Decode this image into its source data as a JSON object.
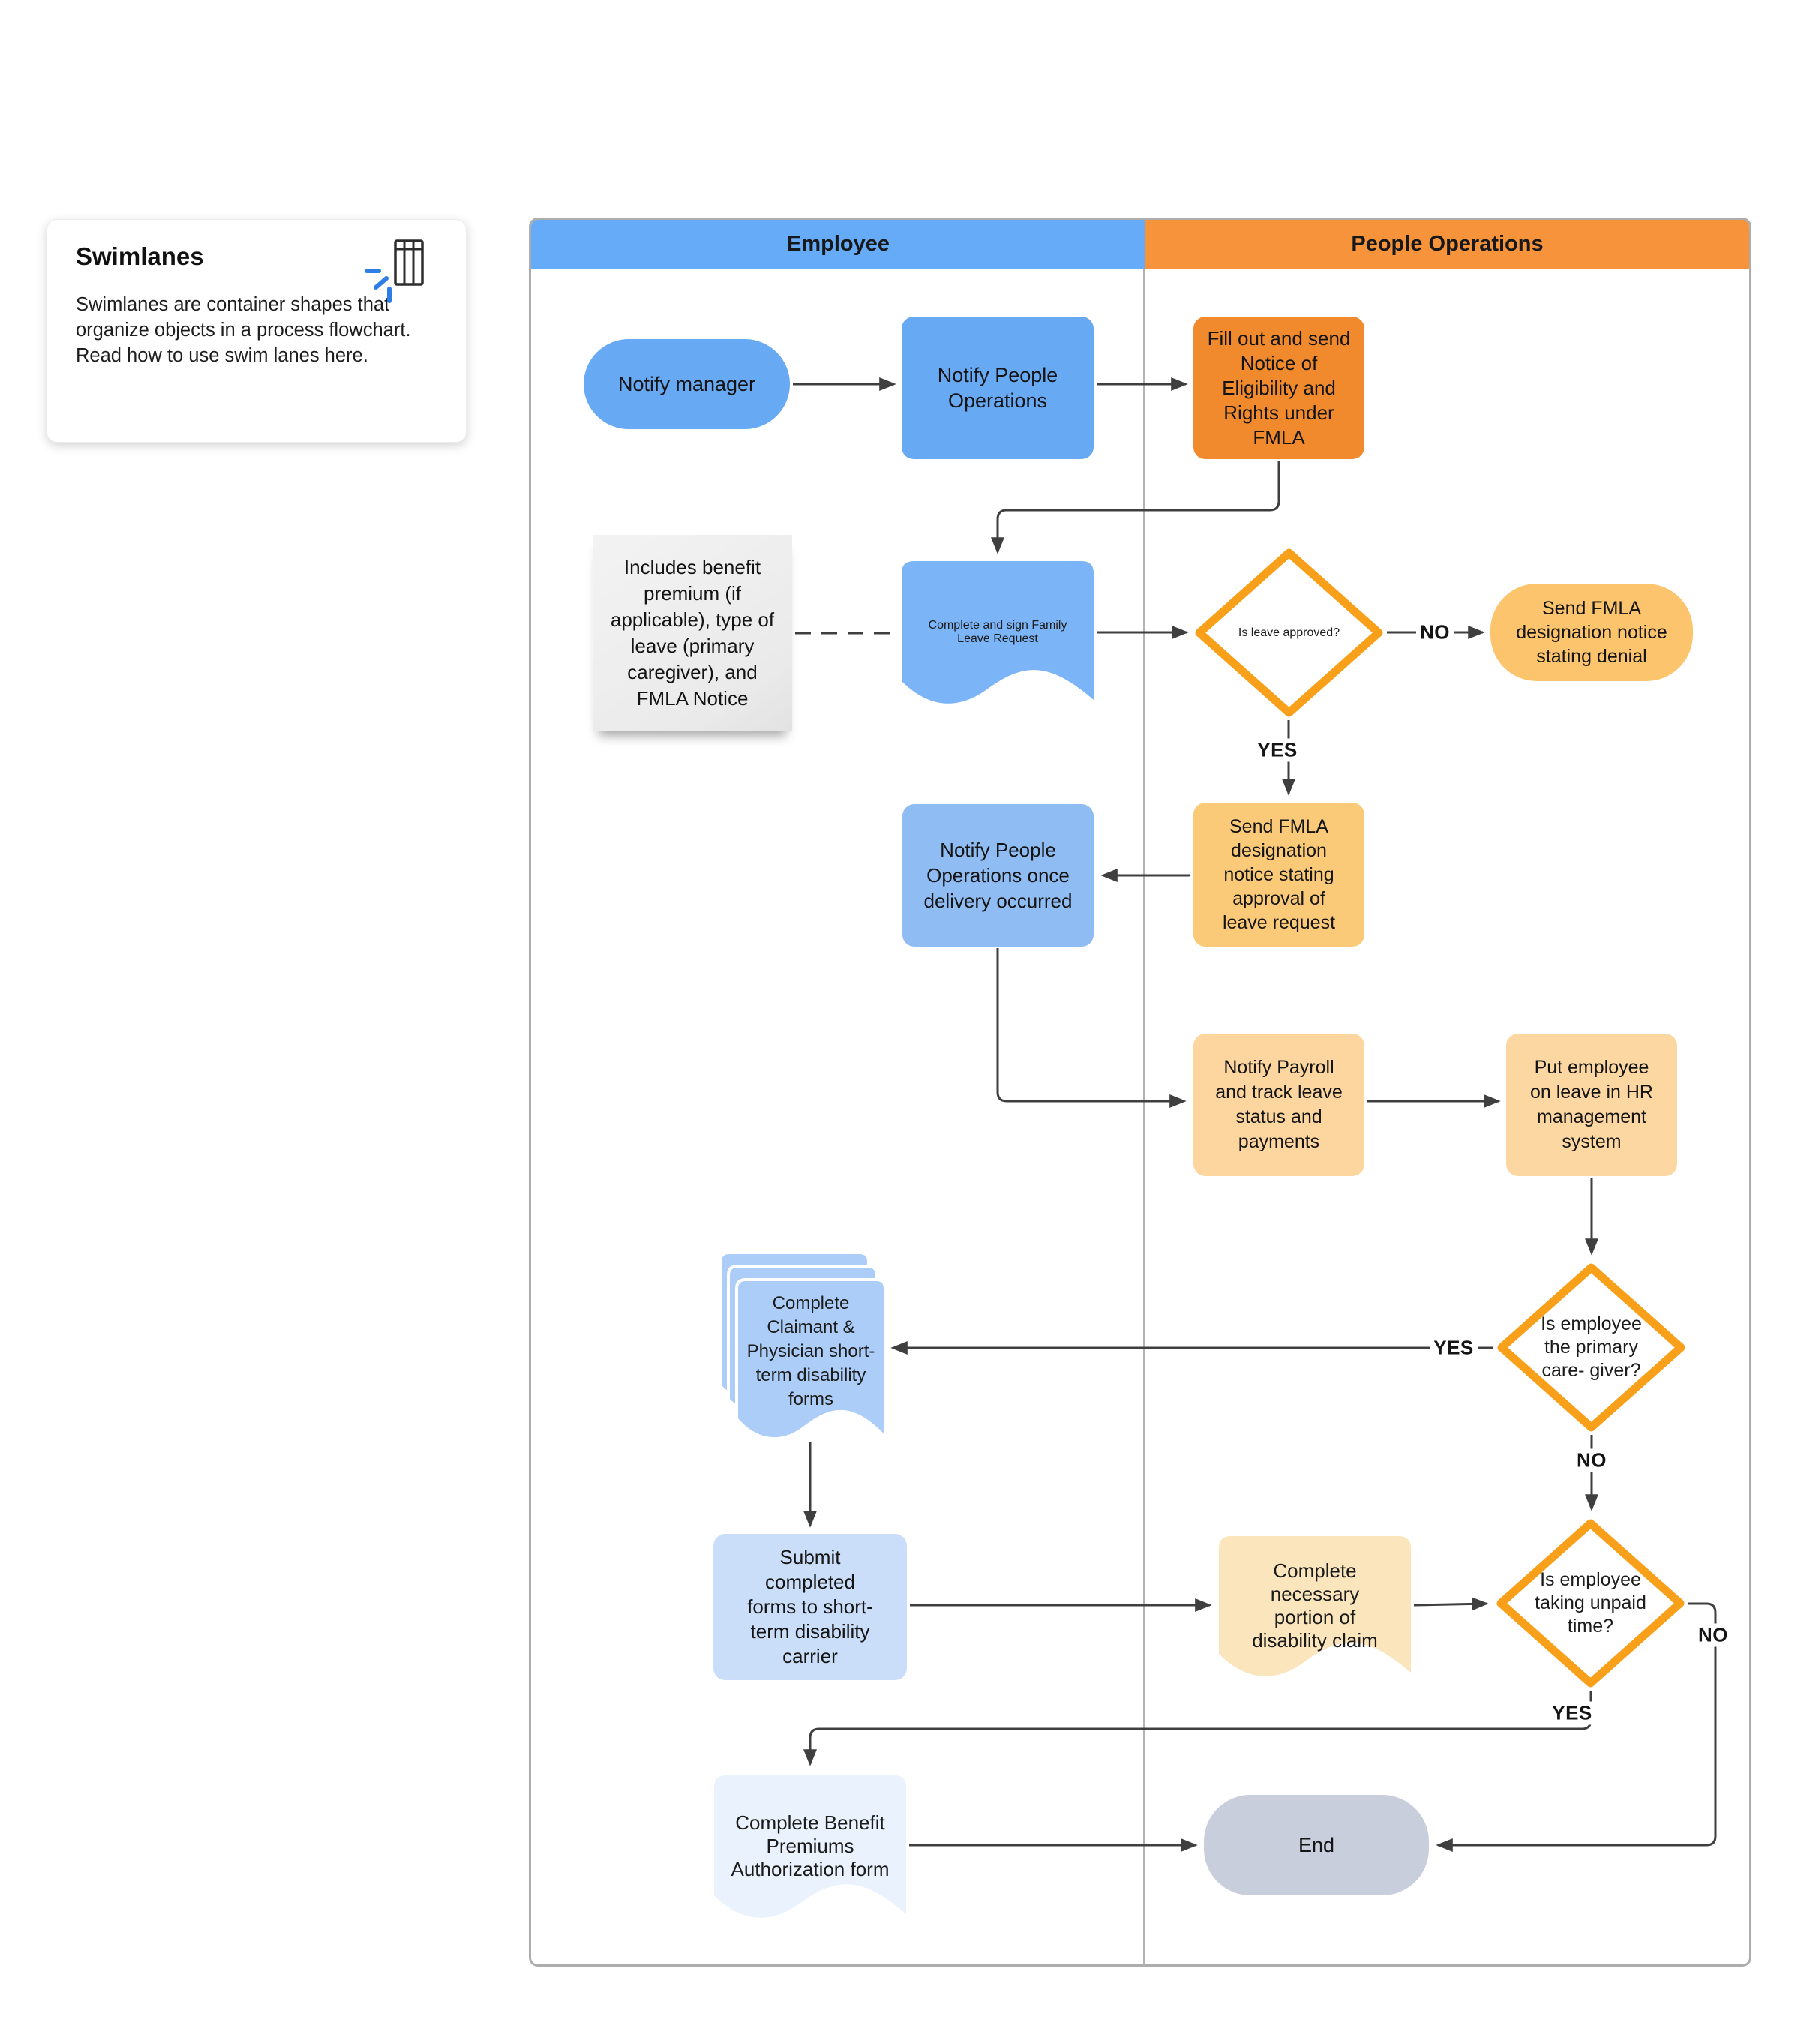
{
  "info_card": {
    "title": "Swimlanes",
    "body": "Swimlanes are container shapes that organize objects in a process flowchart. Read how to use swim lanes here.",
    "icon": "swimlane-table-icon"
  },
  "lanes": {
    "employee": "Employee",
    "people_operations": "People Operations"
  },
  "colors": {
    "lane_employee_header": "#66abf7",
    "lane_people_ops_header": "#f7943b",
    "diamond_border": "#f9a01b",
    "connector": "#3f3f3f",
    "process_blue": "#68a9f4",
    "process_orange": "#f18a2d",
    "end_gray": "#c8cedb"
  },
  "nodes": {
    "notify_manager": "Notify manager",
    "notify_people_ops": "Notify People Operations",
    "fill_out_fmla": "Fill out and send Notice of Eligibility and Rights under FMLA",
    "note": "Includes benefit premium (if applicable), type of leave (primary caregiver), and FMLA Notice",
    "complete_sign": "Complete and sign Family Leave Request",
    "is_leave_approved": "Is leave approved?",
    "denial": "Send FMLA designation notice stating denial",
    "approval": "Send FMLA designation notice stating approval of leave request",
    "notify_once_delivery": "Notify People Operations once delivery occurred",
    "notify_payroll": "Notify Payroll and track leave status and payments",
    "put_employee": "Put employee on leave in HR management system",
    "is_primary_caregiver": "Is employee the primary care- giver?",
    "multidoc": "Complete Claimant & Physician short-term disability forms",
    "submit_forms": "Submit completed forms to short-term disability carrier",
    "claim_doc": "Complete necessary portion of disability claim",
    "is_unpaid_time": "Is employee taking unpaid time?",
    "benefit_doc": "Complete Benefit Premiums Authorization form",
    "end": "End"
  },
  "edge_labels": {
    "no1": "NO",
    "yes1": "YES",
    "yes2": "YES",
    "no2": "NO",
    "no3": "NO",
    "yes3": "YES"
  }
}
